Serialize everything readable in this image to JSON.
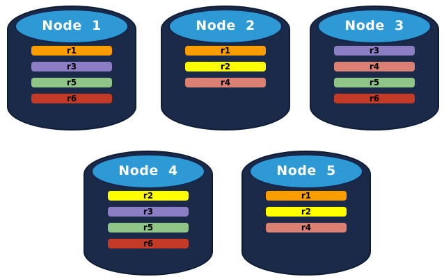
{
  "background": "#ffffff",
  "colors": {
    "cylinder_body": "#1B2A48",
    "cylinder_outline": "#0D1B33",
    "top_ellipse": "#2E9AD5",
    "top_ellipse_border": "#15284B",
    "node_label_text": "#FFFFFF",
    "bar_text": "#000000"
  },
  "replica_colors": {
    "r1": "#FA9D00",
    "r2": "#FFFF00",
    "r3": "#8C7EC5",
    "r4": "#DB8173",
    "r5": "#8FC687",
    "r6": "#C33B26"
  },
  "nodes": [
    {
      "label": "Node  1",
      "replicas": [
        "r1",
        "r3",
        "r5",
        "r6"
      ]
    },
    {
      "label": "Node  2",
      "replicas": [
        "r1",
        "r2",
        "r4"
      ]
    },
    {
      "label": "Node  3",
      "replicas": [
        "r3",
        "r4",
        "r5",
        "r6"
      ]
    },
    {
      "label": "Node  4",
      "replicas": [
        "r2",
        "r3",
        "r5",
        "r6"
      ]
    },
    {
      "label": "Node  5",
      "replicas": [
        "r1",
        "r2",
        "r4"
      ]
    }
  ]
}
